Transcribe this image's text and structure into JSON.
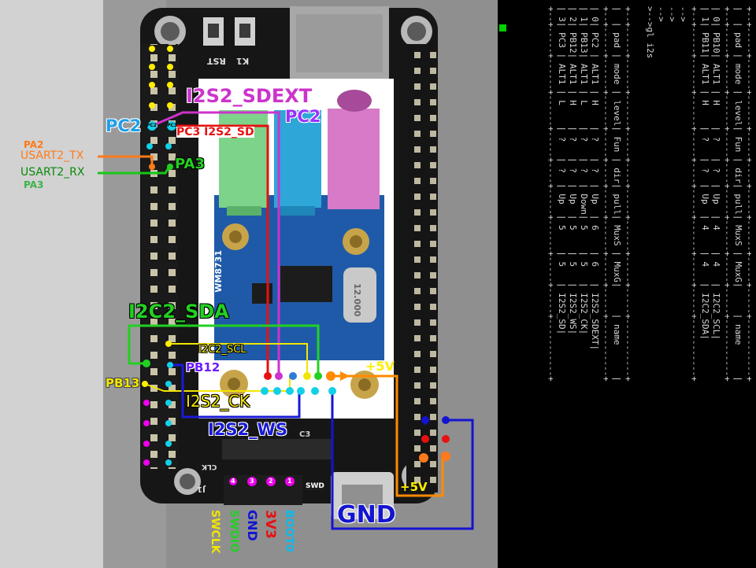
{
  "board": {
    "silkscreen": {
      "rst": "RST",
      "k1": "K1",
      "wm8731": "WM8731",
      "swd": "SWD",
      "j1": "J1",
      "crystal": "12.000",
      "c3": "C3",
      "clk": "CLK"
    }
  },
  "labels": {
    "i2s2_sdext": "I2S2_SDEXT",
    "pc2_left": "PC2",
    "pc2_right": "PC2",
    "pc3_i2s2_sd": "PC3 I2S2_SD",
    "pa2_top": "PA2",
    "usart2_tx": "USART2_TX",
    "usart2_rx": "USART2_RX",
    "pa3_bottom": "PA3",
    "pa3_right": "PA3",
    "i2c2_sda": "I2C2_SDA",
    "i2c2_scl": "I2C2_SCL",
    "pb12": "PB12",
    "pb13": "PB13",
    "i2s2_ck": "I2S2_CK",
    "i2s2_ws": "I2S2_WS",
    "plus5v_top": "+5V",
    "plus5v_bottom": "+5V",
    "gnd": "GND",
    "swclk": "SWCLK",
    "swdio": "SWDIO",
    "gnd_pin": "GND",
    "v33": "3V3",
    "boot0": "BOOT0",
    "pin_pc3": "PC3",
    "pin_pc2": "PC2",
    "pin_nums": [
      "4",
      "3",
      "2",
      "1"
    ]
  },
  "colors": {
    "sdext": "#cc33cc",
    "pc2": "#1f9ee8",
    "i2s_sd": "#e81010",
    "usart_tx": "#ff7a1a",
    "usart_rx": "#18c818",
    "i2c_sda": "#22d022",
    "i2c_scl": "#f2e600",
    "pb12": "#6a1aff",
    "ws": "#1a1ad8",
    "plus5v": "#ff8a00",
    "gnd": "#1414d0",
    "cyan_pin": "#12d0e8",
    "yellow_pin": "#ffee00",
    "magenta_pin": "#ee00ee"
  },
  "terminal": {
    "prompt_lines": [
      "-->",
      "-->",
      "-->",
      ">-->gl i2s"
    ],
    "table1": {
      "header": [
        "pad",
        "mode",
        "level",
        "Fun",
        "dir",
        "pull",
        "MuxS",
        "MuxG",
        "name"
      ],
      "rows": [
        [
          "0",
          "PC2",
          "ALT1",
          "H",
          "?",
          "?",
          "Up",
          "6",
          "6",
          "I2S2_SDEXT"
        ],
        [
          "1",
          "PB13",
          "ALT1",
          "L",
          "?",
          "?",
          "Down",
          "5",
          "5",
          "I2S2_CK"
        ],
        [
          "2",
          "PB12",
          "ALT1",
          "H",
          "?",
          "?",
          "Up",
          "5",
          "5",
          "I2S2_WS"
        ],
        [
          "3",
          "PC3",
          "ALT1",
          "L",
          "?",
          "?",
          "Up",
          "5",
          "5",
          "I2S2_SD"
        ]
      ]
    },
    "table2": {
      "header": [
        "pad",
        "mode",
        "level",
        "Fun",
        "dir",
        "pull",
        "MuxS",
        "MuxG",
        "name"
      ],
      "rows": [
        [
          "0",
          "PB10",
          "ALT1",
          "H",
          "?",
          "?",
          "Up",
          "4",
          "4",
          "I2C2_SCL"
        ],
        [
          "1",
          "PB11",
          "ALT1",
          "H",
          "?",
          "?",
          "Up",
          "4",
          "4",
          "I2C2_SDA"
        ]
      ]
    }
  }
}
